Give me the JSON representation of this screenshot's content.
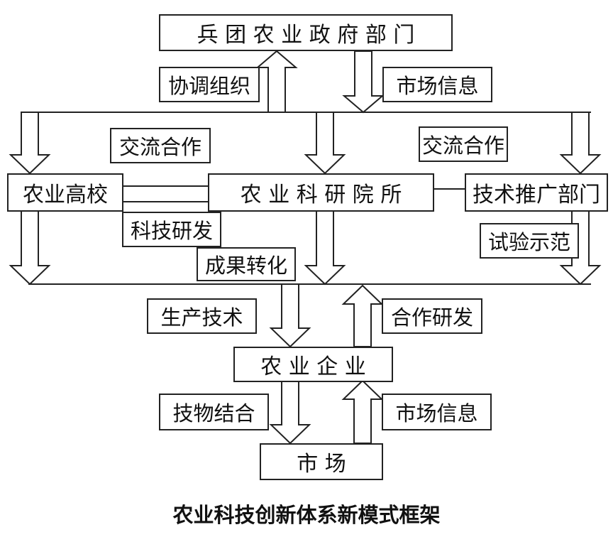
{
  "nodes": {
    "gov": "兵 团 农 业 政 府 部 门",
    "university": "农业高校",
    "research": "农 业 科 研 院 所",
    "extension": "技术推广部门",
    "enterprise": "农 业 企 业",
    "market": "市 场"
  },
  "edge_labels": {
    "coordinate": "协调组织",
    "market_info_top": "市场信息",
    "exchange_left": "交流合作",
    "exchange_right": "交流合作",
    "rnd": "科技研发",
    "transform": "成果转化",
    "demo": "试验示范",
    "production": "生产技术",
    "joint_rnd": "合作研发",
    "combine": "技物结合",
    "market_info_bottom": "市场信息"
  },
  "caption": "农业科技创新体系新模式框架"
}
